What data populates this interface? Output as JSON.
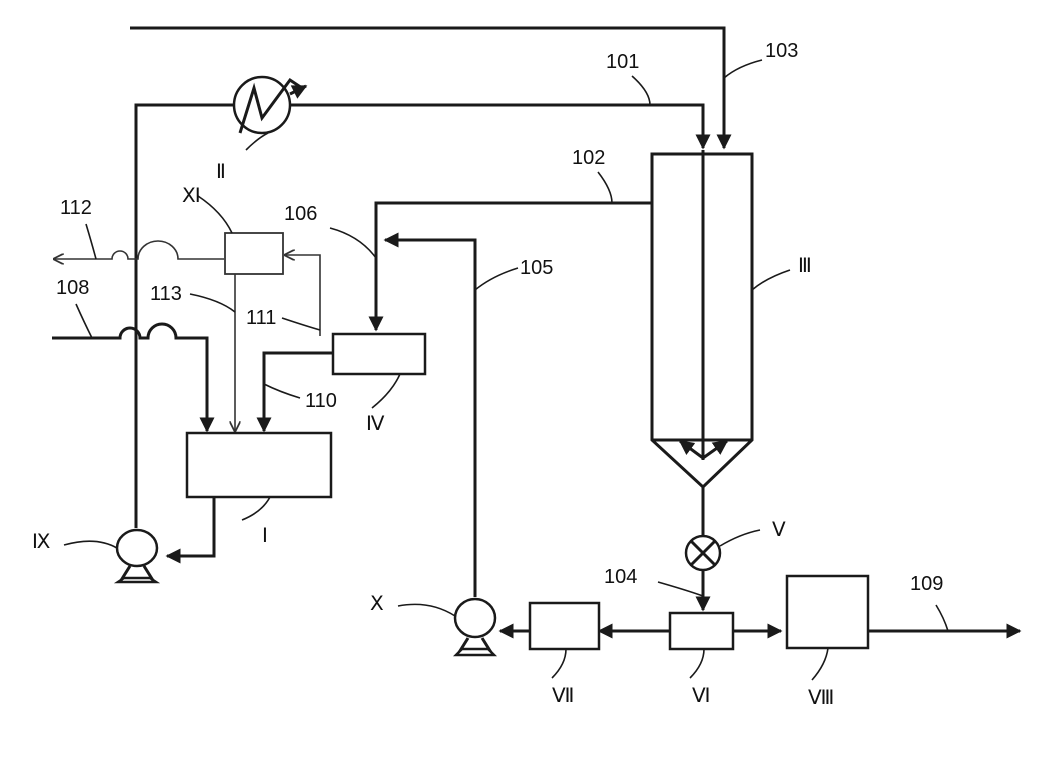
{
  "labels": {
    "s101": "101",
    "s102": "102",
    "s103": "103",
    "s104": "104",
    "s105": "105",
    "s106": "106",
    "s108": "108",
    "s109": "109",
    "s110": "110",
    "s111": "111",
    "s112": "112",
    "s113": "113"
  },
  "units": {
    "u1": "Ⅰ",
    "u2": "Ⅱ",
    "u3": "Ⅲ",
    "u4": "Ⅳ",
    "u5": "Ⅴ",
    "u6": "Ⅵ",
    "u7": "Ⅶ",
    "u8": "Ⅷ",
    "u9": "Ⅸ",
    "u10": "Ⅹ",
    "u11": "Ⅺ"
  },
  "icons": {
    "heat_exchanger": "heat-exchanger-icon",
    "valve": "rotary-valve-icon",
    "pump_ix": "pump-icon",
    "pump_x": "pump-icon"
  }
}
